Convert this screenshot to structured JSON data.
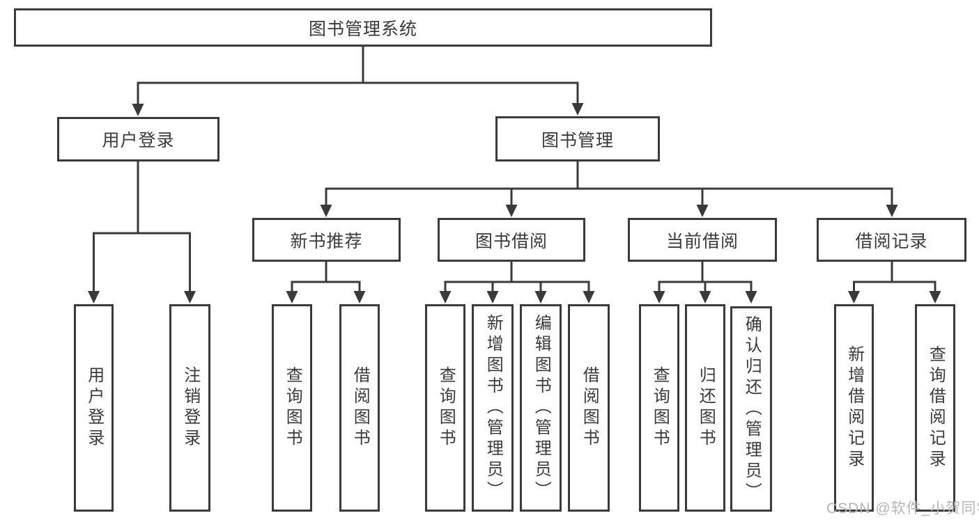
{
  "colors": {
    "line": "#3a3a3a",
    "box_border": "#3a3a3a",
    "text": "#3a3a3a",
    "watermark": "#b5b5b5",
    "background": "#ffffff"
  },
  "watermark": {
    "text": "CSDN @软件_小贺同学"
  },
  "tree": {
    "label": "图书管理系统",
    "children": [
      {
        "label": "用户登录",
        "children": [
          {
            "label": "用户登录"
          },
          {
            "label": "注销登录"
          }
        ]
      },
      {
        "label": "图书管理",
        "children": [
          {
            "label": "新书推荐",
            "children": [
              {
                "label": "查询图书"
              },
              {
                "label": "借阅图书"
              }
            ]
          },
          {
            "label": "图书借阅",
            "children": [
              {
                "label": "查询图书"
              },
              {
                "label": "新增图书（管理员）"
              },
              {
                "label": "编辑图书（管理员）"
              },
              {
                "label": "借阅图书"
              }
            ]
          },
          {
            "label": "当前借阅",
            "children": [
              {
                "label": "查询图书"
              },
              {
                "label": "归还图书"
              },
              {
                "label": "确认归还（管理员）"
              }
            ]
          },
          {
            "label": "借阅记录",
            "children": [
              {
                "label": "新增借阅记录"
              },
              {
                "label": "查询借阅记录"
              }
            ]
          }
        ]
      }
    ]
  }
}
